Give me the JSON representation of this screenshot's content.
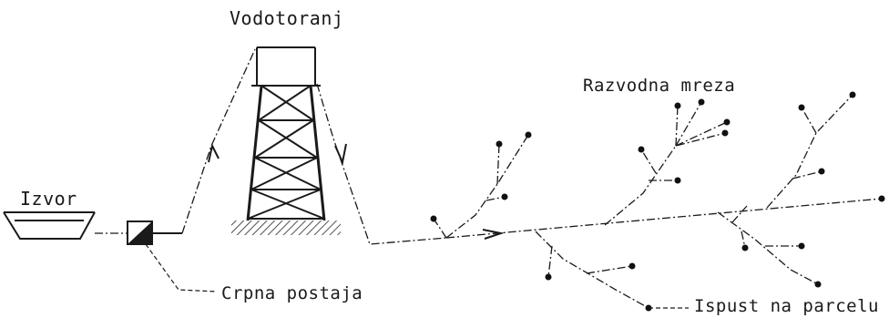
{
  "labels": {
    "vodotoranj": "Vodotoranj",
    "razvodna_mreza": "Razvodna mreza",
    "izvor": "Izvor",
    "crpna_postaja": "Crpna postaja",
    "ispust_na_parcelu": "Ispust na parcelu"
  }
}
